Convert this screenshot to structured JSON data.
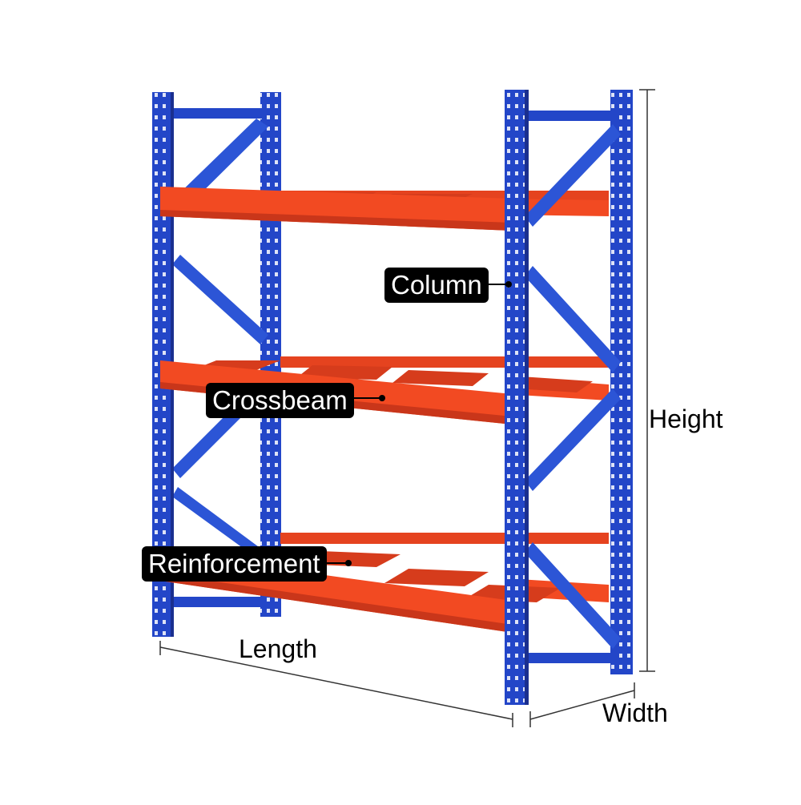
{
  "callouts": {
    "column": "Column",
    "crossbeam": "Crossbeam",
    "reinforcement": "Reinforcement"
  },
  "dimensions": {
    "height": "Height",
    "length": "Length",
    "width": "Width"
  },
  "colors": {
    "column": "#2346c8",
    "column_dark": "#1a2f8f",
    "beam": "#f24a22",
    "beam_dark": "#c9361a",
    "label_bg": "#000000",
    "label_text": "#ffffff"
  }
}
